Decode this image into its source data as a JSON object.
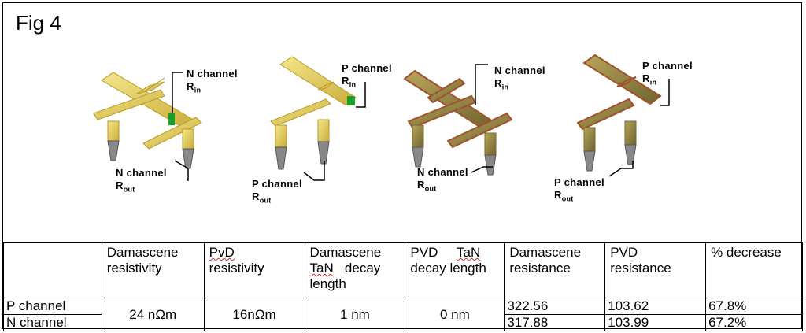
{
  "figure": {
    "title": "Fig 4",
    "labels": [
      {
        "channel": "N channel",
        "r": "R",
        "sub": "in"
      },
      {
        "channel": "N channel",
        "r": "R",
        "sub": "out"
      },
      {
        "channel": "P channel",
        "r": "R",
        "sub": "in"
      },
      {
        "channel": "P channel",
        "r": "R",
        "sub": "out"
      },
      {
        "channel": "N channel",
        "r": "R",
        "sub": "in"
      },
      {
        "channel": "N channel",
        "r": "R",
        "sub": "out"
      },
      {
        "channel": "P channel",
        "r": "R",
        "sub": "in"
      },
      {
        "channel": "P channel",
        "r": "R",
        "sub": "out"
      }
    ],
    "colors": {
      "gold": "#e8d45a",
      "gold_dark": "#b89a2a",
      "copper": "#a0522d",
      "green": "#1e9e2a",
      "olive": "#8a7a3a"
    }
  },
  "table": {
    "headers": {
      "h0": "",
      "h1": "Damascene resistivity",
      "h2a": "PvD",
      "h2b": "resistivity",
      "h3a": "Damascene",
      "h3b": "TaN",
      "h3c": "decay",
      "h3d": "length",
      "h4a": "PVD",
      "h4b": "TaN",
      "h4c": "decay length",
      "h5": "Damascene resistance",
      "h6": "PVD resistance",
      "h7": "% decrease"
    },
    "rows": [
      {
        "label": "P channel",
        "dam_resistance": "322.56",
        "pvd_resistance": "103.62",
        "decrease": "67.8%"
      },
      {
        "label": "N channel",
        "dam_resistance": "317.88",
        "pvd_resistance": "103.99",
        "decrease": "67.2%"
      }
    ],
    "shared": {
      "dam_resistivity": "24 nΩm",
      "pvd_resistivity": "16nΩm",
      "dam_decay": "1 nm",
      "pvd_decay": "0 nm"
    }
  }
}
